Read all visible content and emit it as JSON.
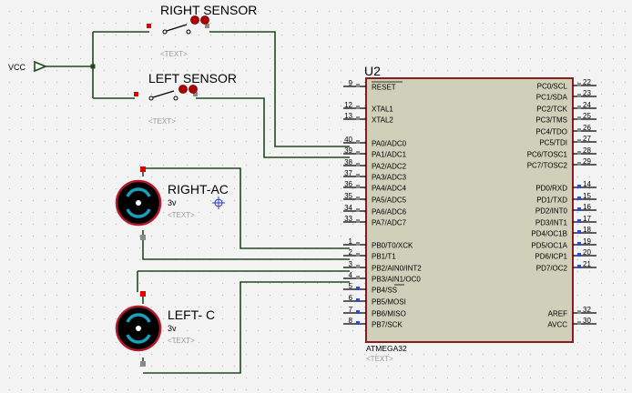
{
  "schematic": {
    "vcc_label": "VCC",
    "right_sensor": {
      "label": "RIGHT SENSOR",
      "text_placeholder": "<TEXT>"
    },
    "left_sensor": {
      "label": "LEFT SENSOR",
      "text_placeholder": "<TEXT>"
    },
    "right_motor": {
      "label": "RIGHT-AC",
      "voltage": "3v",
      "text_placeholder": "<TEXT>"
    },
    "left_motor": {
      "label": "LEFT- C",
      "voltage": "3v",
      "text_placeholder": "<TEXT>"
    },
    "mcu": {
      "ref": "U2",
      "part": "ATMEGA32",
      "text_placeholder": "<TEXT>",
      "left_pins": [
        {
          "num": "9",
          "name": "RESET"
        },
        {
          "num": "12",
          "name": "XTAL1"
        },
        {
          "num": "13",
          "name": "XTAL2"
        },
        {
          "num": "40",
          "name": "PA0/ADC0"
        },
        {
          "num": "39",
          "name": "PA1/ADC1"
        },
        {
          "num": "38",
          "name": "PA2/ADC2"
        },
        {
          "num": "37",
          "name": "PA3/ADC3"
        },
        {
          "num": "36",
          "name": "PA4/ADC4"
        },
        {
          "num": "35",
          "name": "PA5/ADC5"
        },
        {
          "num": "34",
          "name": "PA6/ADC6"
        },
        {
          "num": "33",
          "name": "PA7/ADC7"
        },
        {
          "num": "1",
          "name": "PB0/T0/XCK"
        },
        {
          "num": "2",
          "name": "PB1/T1"
        },
        {
          "num": "3",
          "name": "PB2/AIN0/INT2"
        },
        {
          "num": "4",
          "name": "PB3/AIN1/OC0"
        },
        {
          "num": "5",
          "name": "PB4/SS"
        },
        {
          "num": "6",
          "name": "PB5/MOSI"
        },
        {
          "num": "7",
          "name": "PB6/MISO"
        },
        {
          "num": "8",
          "name": "PB7/SCK"
        }
      ],
      "right_pins": [
        {
          "num": "22",
          "name": "PC0/SCL"
        },
        {
          "num": "23",
          "name": "PC1/SDA"
        },
        {
          "num": "24",
          "name": "PC2/TCK"
        },
        {
          "num": "25",
          "name": "PC3/TMS"
        },
        {
          "num": "26",
          "name": "PC4/TDO"
        },
        {
          "num": "27",
          "name": "PC5/TDI"
        },
        {
          "num": "28",
          "name": "PC6/TOSC1"
        },
        {
          "num": "29",
          "name": "PC7/TOSC2"
        },
        {
          "num": "14",
          "name": "PD0/RXD"
        },
        {
          "num": "15",
          "name": "PD1/TXD"
        },
        {
          "num": "16",
          "name": "PD2/INT0"
        },
        {
          "num": "17",
          "name": "PD3/INT1"
        },
        {
          "num": "18",
          "name": "PD4/OC1B"
        },
        {
          "num": "19",
          "name": "PD5/OC1A"
        },
        {
          "num": "20",
          "name": "PD6/ICP1"
        },
        {
          "num": "21",
          "name": "PD7/OC2"
        },
        {
          "num": "32",
          "name": "AREF"
        },
        {
          "num": "30",
          "name": "AVCC"
        }
      ]
    }
  }
}
